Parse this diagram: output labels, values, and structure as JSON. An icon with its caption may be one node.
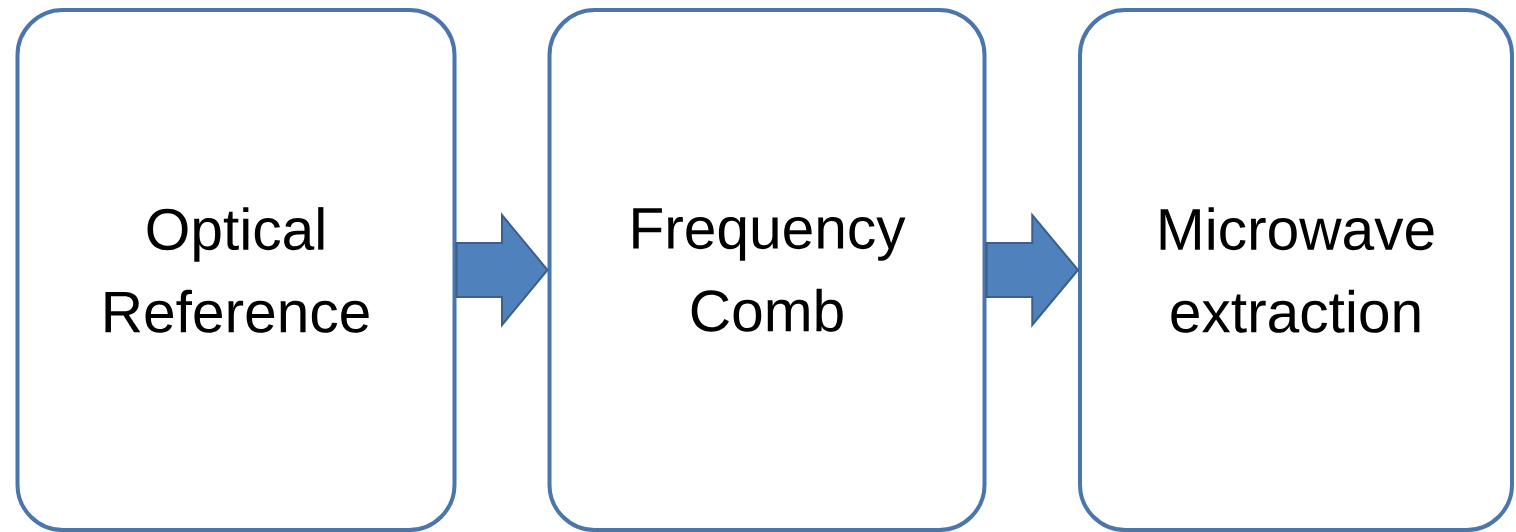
{
  "diagram": {
    "nodes": [
      {
        "text": [
          "Optical Reference"
        ]
      },
      {
        "text": [
          "Frequency Comb"
        ]
      },
      {
        "text": [
          "Microwave extraction"
        ]
      }
    ],
    "edges": [
      {
        "from": 0,
        "to": 1,
        "arrow": "to"
      },
      {
        "from": 1,
        "to": 2,
        "arrow": "to"
      }
    ]
  }
}
